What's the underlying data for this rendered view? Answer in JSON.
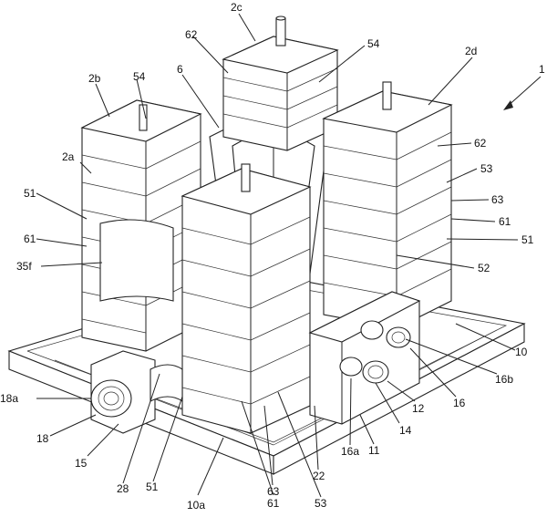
{
  "figure": {
    "labels": {
      "l1": "1",
      "l2a": "2a",
      "l2b": "2b",
      "l2c": "2c",
      "l2d": "2d",
      "l6": "6",
      "l10": "10",
      "l10a": "10a",
      "l11": "11",
      "l12": "12",
      "l14": "14",
      "l15": "15",
      "l16": "16",
      "l16a": "16a",
      "l16b": "16b",
      "l18": "18",
      "l18a": "18a",
      "l22": "22",
      "l28": "28",
      "l35f": "35f",
      "l51_left": "51",
      "l51_right": "51",
      "l51_bottom": "51",
      "l52": "52",
      "l53_right": "53",
      "l53_bottom": "53",
      "l54_top": "54",
      "l54_left": "54",
      "l61_left": "61",
      "l61_right": "61",
      "l61_bottom": "61",
      "l62_top": "62",
      "l62_right": "62",
      "l63_right": "63",
      "l63_bottom": "63"
    }
  }
}
